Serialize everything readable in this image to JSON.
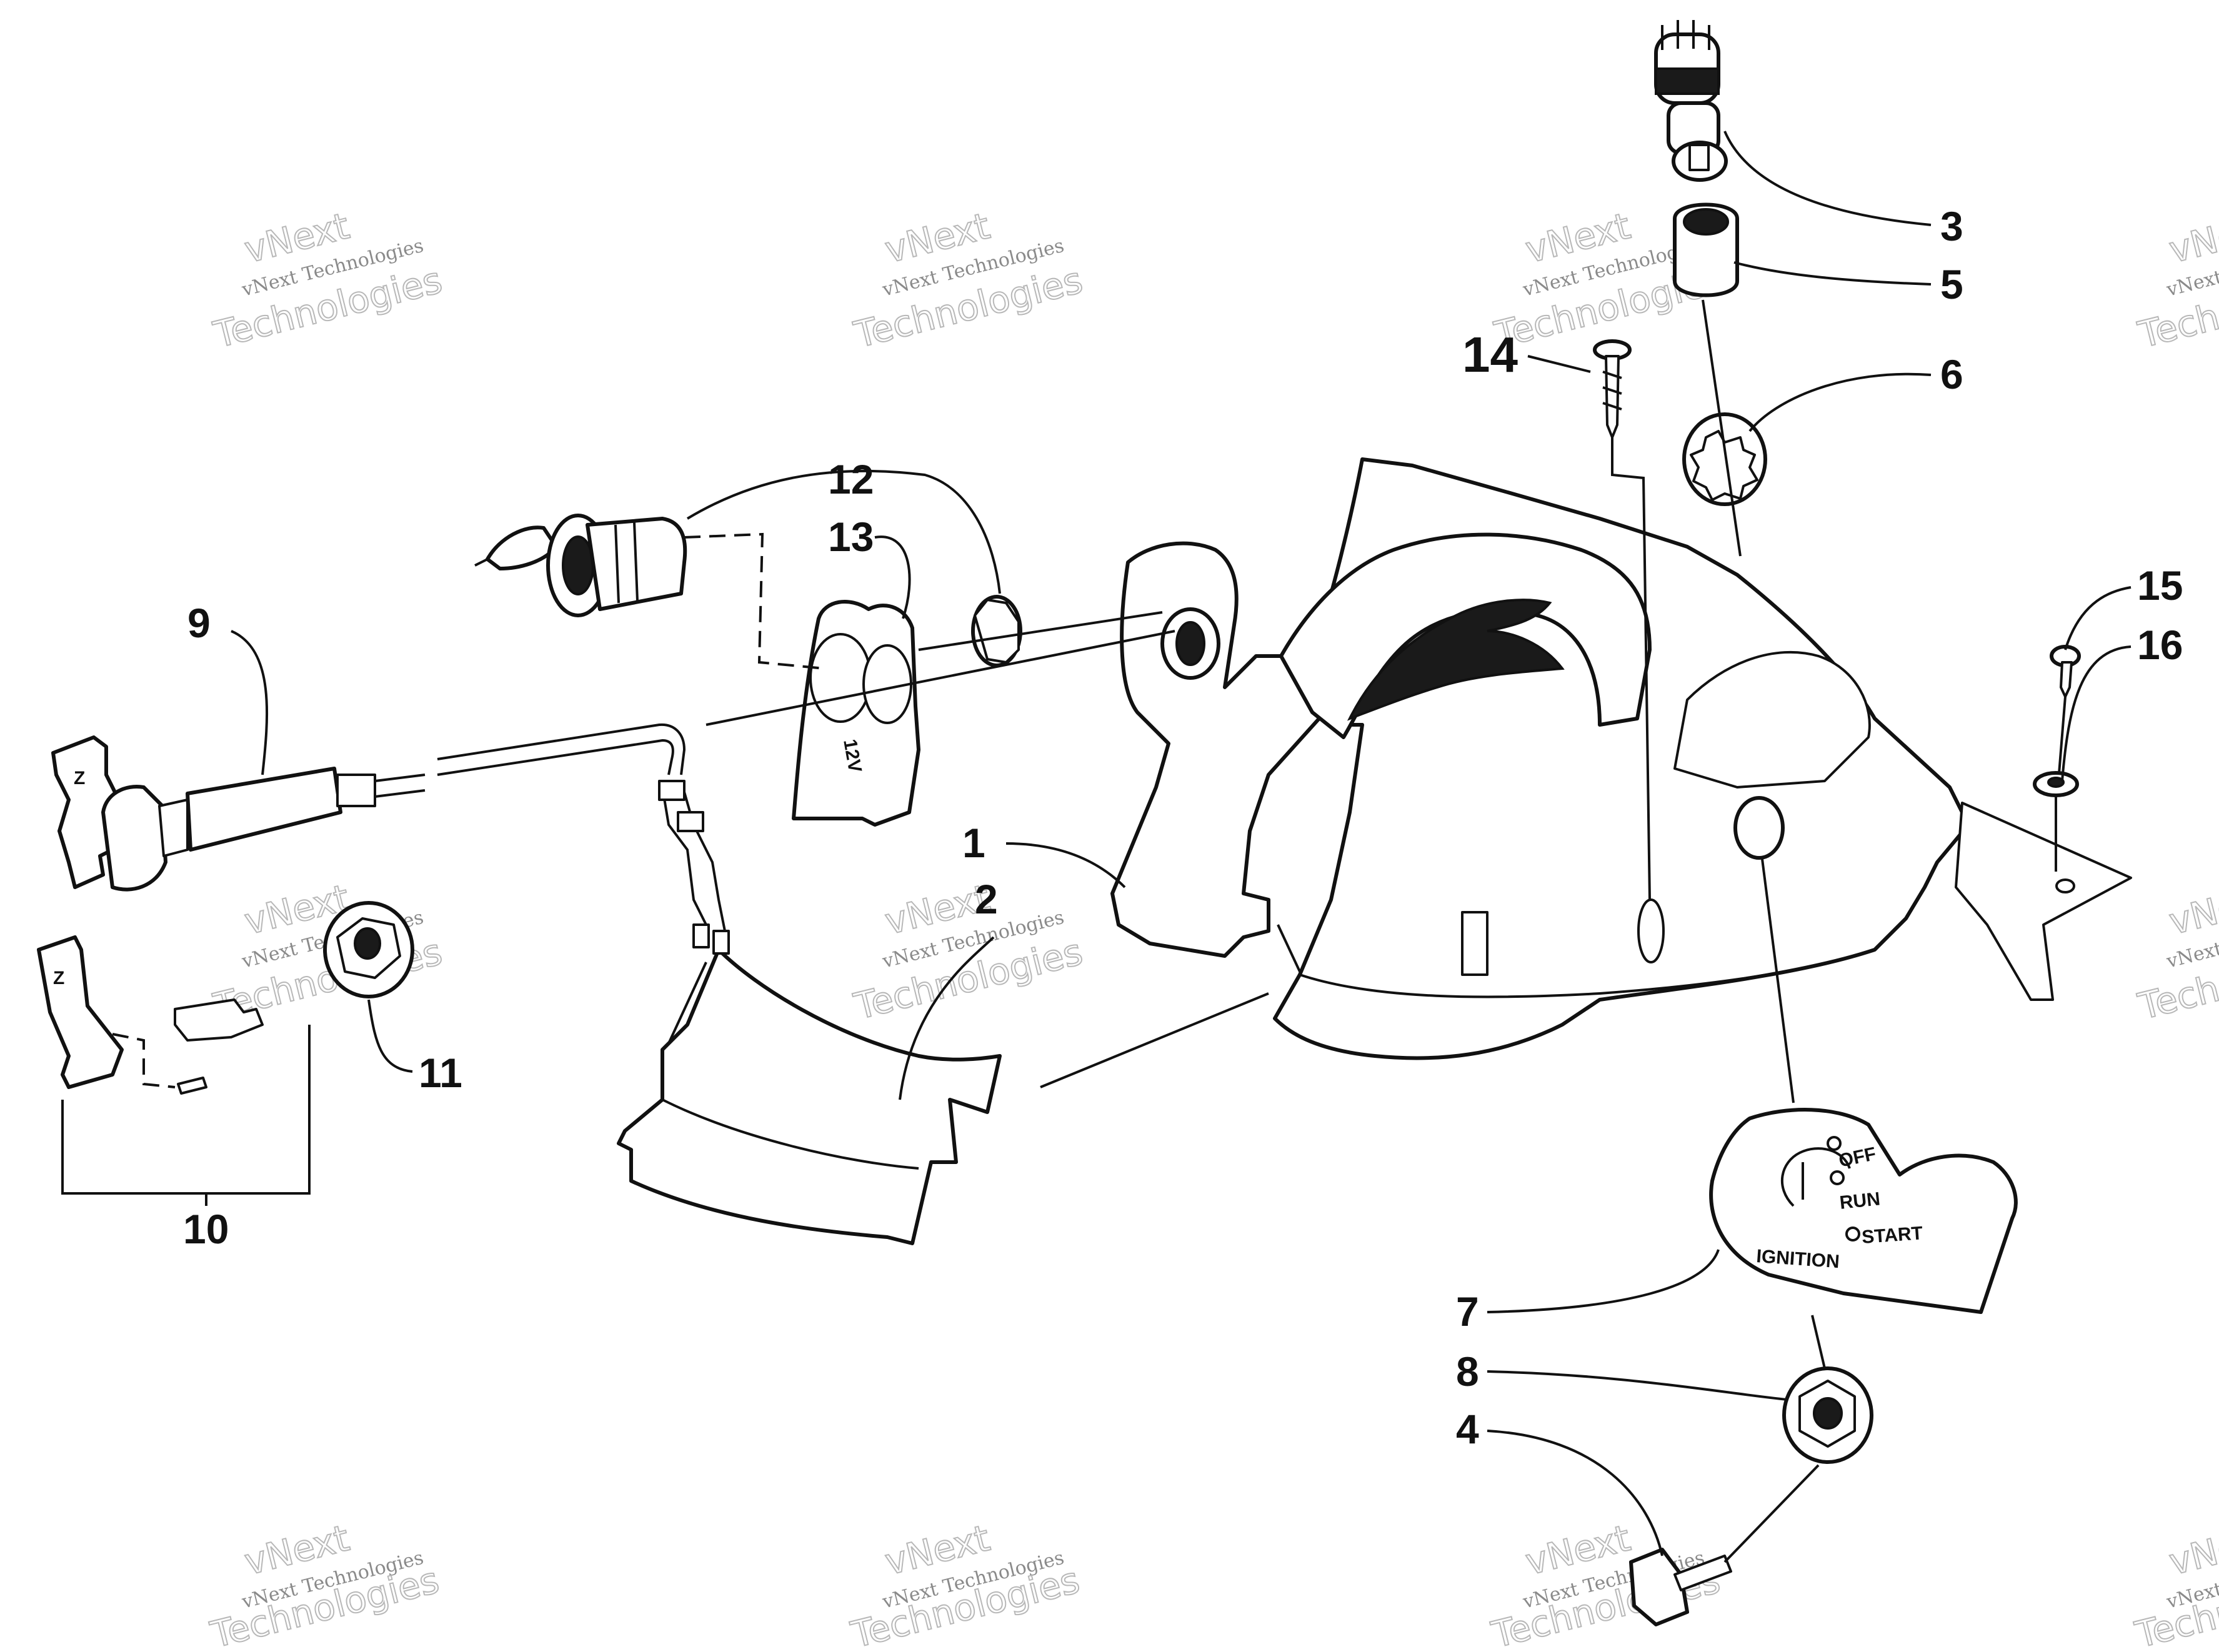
{
  "diagram": {
    "callouts": [
      {
        "id": "1",
        "label": "1"
      },
      {
        "id": "2",
        "label": "2"
      },
      {
        "id": "3",
        "label": "3"
      },
      {
        "id": "4",
        "label": "4"
      },
      {
        "id": "5",
        "label": "5"
      },
      {
        "id": "6",
        "label": "6"
      },
      {
        "id": "7",
        "label": "7"
      },
      {
        "id": "8",
        "label": "8"
      },
      {
        "id": "9",
        "label": "9"
      },
      {
        "id": "10",
        "label": "10"
      },
      {
        "id": "11",
        "label": "11"
      },
      {
        "id": "12",
        "label": "12"
      },
      {
        "id": "13",
        "label": "13"
      },
      {
        "id": "14",
        "label": "14"
      },
      {
        "id": "15",
        "label": "15"
      },
      {
        "id": "16",
        "label": "16"
      }
    ],
    "ignition_panel": {
      "off": "OFF",
      "run": "RUN",
      "start": "START",
      "ignition": "IGNITION"
    },
    "watermark": {
      "line1": "vNext",
      "line2": "vNext Technologies",
      "line3": "Technologies"
    }
  }
}
